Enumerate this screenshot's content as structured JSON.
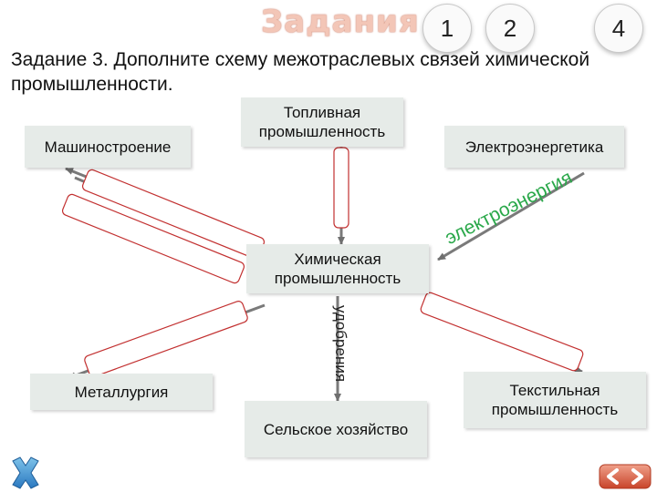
{
  "header": {
    "title": "Задания",
    "nav": [
      "1",
      "2",
      "4"
    ]
  },
  "task": {
    "text": "Задание 3. Дополните схему межотраслевых связей химической промышленности."
  },
  "nodes": {
    "machine": "Машиностроение",
    "fuel": "Топливная промышленность",
    "electro": "Электроэнергетика",
    "chemical": "Химическая промышленность",
    "metallurgy": "Металлургия",
    "agriculture": "Сельское хозяйство",
    "textile": "Текстильная промышленность"
  },
  "edge_labels": {
    "electro_to_chemical": "электроэнергия",
    "chemical_to_agriculture": "удобрения"
  },
  "controls": {
    "close_icon": "close-x-icon",
    "nav_icon": "arrows-icon"
  },
  "colors": {
    "box_bg": "#e6ebe8",
    "arrow": "#7a7a7a",
    "label_green": "#2aa84a",
    "title": "#f3c6b7",
    "blank_border": "#cc2a2a"
  }
}
